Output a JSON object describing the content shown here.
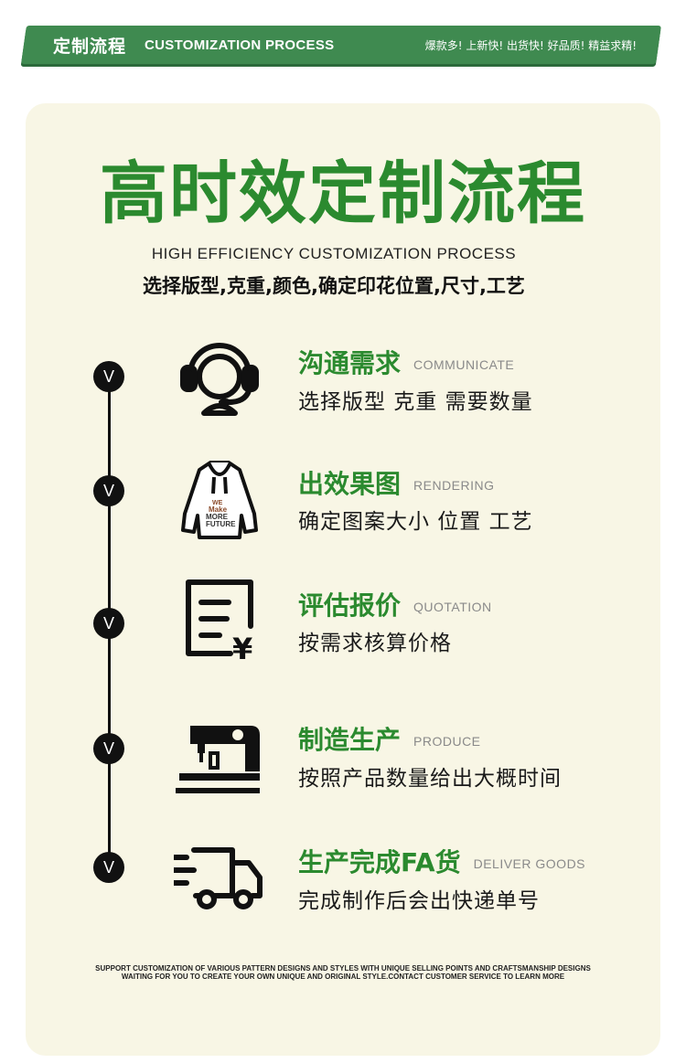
{
  "banner": {
    "title": "定制流程",
    "subtitle": "CUSTOMIZATION PROCESS",
    "slogan": "爆款多! 上新快! 出货快! 好品质! 精益求精!"
  },
  "heading": {
    "title": "高时效定制流程",
    "subtitle_en": "HIGH EFFICIENCY CUSTOMIZATION PROCESS",
    "subtitle_cn": "选择版型,克重,颜色,确定印花位置,尺寸,工艺"
  },
  "steps": [
    {
      "marker": "V",
      "icon": "headset-icon",
      "title": "沟通需求",
      "title_en": "COMMUNICATE",
      "desc": "选择版型 克重 需要数量"
    },
    {
      "marker": "V",
      "icon": "hoodie-icon",
      "title": "出效果图",
      "title_en": "RENDERING",
      "desc": "确定图案大小 位置 工艺"
    },
    {
      "marker": "V",
      "icon": "quotation-icon",
      "title": "评估报价",
      "title_en": "QUOTATION",
      "desc": "按需求核算价格"
    },
    {
      "marker": "V",
      "icon": "sewing-machine-icon",
      "title": "制造生产",
      "title_en": "PRODUCE",
      "desc": "按照产品数量给出大概时间"
    },
    {
      "marker": "V",
      "icon": "delivery-truck-icon",
      "title": "生产完成FA货",
      "title_en": "DELIVER GOODS",
      "desc": "完成制作后会出快递单号"
    }
  ],
  "hoodie_print": [
    "WE",
    "Make",
    "MORE",
    "FUTURE"
  ],
  "footer": {
    "line1": "SUPPORT CUSTOMIZATION OF VARIOUS PATTERN DESIGNS AND STYLES WITH UNIQUE SELLING POINTS AND CRAFTSMANSHIP DESIGNS",
    "line2": "WAITING FOR YOU TO CREATE YOUR OWN UNIQUE AND ORIGINAL STYLE.CONTACT CUSTOMER SERVICE TO LEARN MORE"
  },
  "colors": {
    "accent": "#2b8a2f",
    "banner": "#3f8a50",
    "card": "#f8f6e5",
    "timeline": "#111111"
  }
}
